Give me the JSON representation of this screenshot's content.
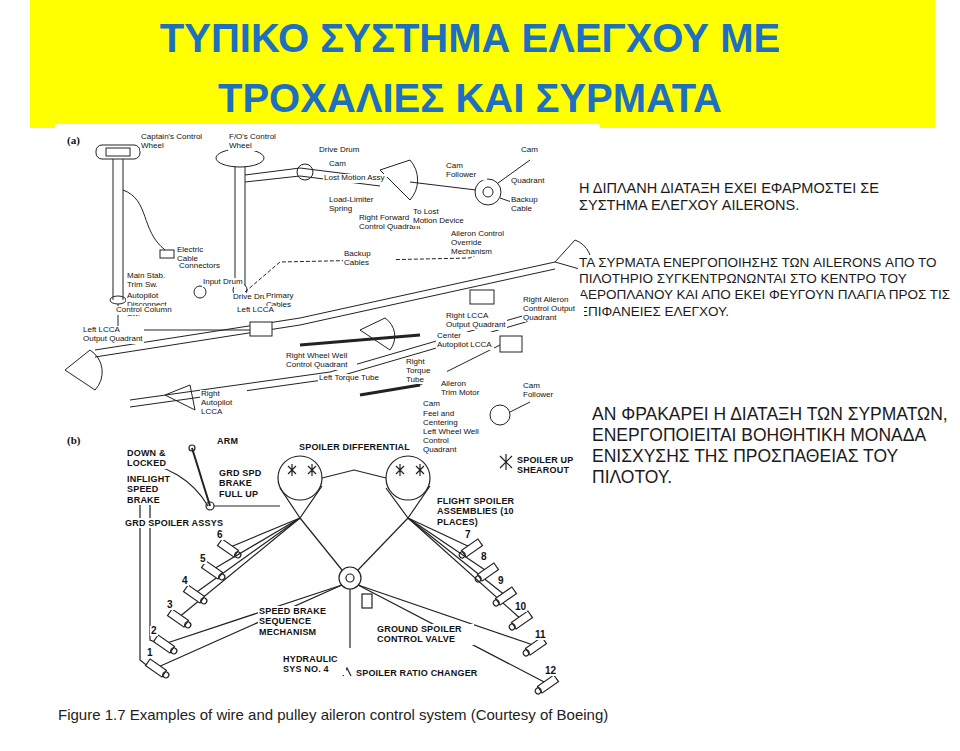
{
  "diagram": {
    "title": "ΤΥΠΙΚΟ ΣΥΣΤΗΜΑ ΕΛΕΓΧΟΥ ΜΕ ΤΡΟΧΑΛΙΕΣ ΚΑΙ ΣΥΡΜΑΤΑ",
    "caption": "Figure 1.7 Examples of wire and pulley aileron control system (Courtesy of Boeing)",
    "labels": [
      "Η ΔΙΠΛΑΝΗ ΔΙΑΤΑΞΗ ΕΧΕΙ ΕΦΑΡΜΟΣΤΕΙ ΣΕ ΣΥΣΤΗΜΑ ΕΛΕΓΧΟΥ AILERONS.",
      "ΤΑ ΣΥΡΜΑΤΑ ΕΝΕΡΓΟΠΟΙΗΣΗΣ ΤΩΝ AILERONS ΑΠΟ ΤΟ ΠΙΛΟΤΗΡΙΟ ΣΥΓΚΕΝΤΡΩΝΩΝΤΑΙ ΣΤΟ ΚΕΝΤΡΟ ΤΟΥ ΑΕΡΟΠΛΑΝΟΥ ΚΑΙ ΑΠΟ ΕΚΕΙ ΦΕΥΓΟΥΝ ΠΛΑΓΙΑ ΠΡΟΣ ΤΙΣ ΕΠΙΦΑΝΕΙΕΣ ΕΛΕΓΧΟΥ.",
      "ΑΝ ΦΡΑΚΑΡΕΙ Η ΔΙΑΤΑΞΗ ΤΩΝ ΣΥΡΜΑΤΩΝ, ΕΝΕΡΓΟΠΟΙΕΙΤΑΙ ΒΟΗΘΗΤΙΚΗ ΜΟΝΑΔΑ ΕΝΙΣΧΥΣΗΣ ΤΗΣ ΠΡΟΣΠΑΘΕΙΑΣ ΤΟΥ ΠΙΛΟΤΟΥ.",
      "(a)",
      "Captain's Control Wheel",
      "F/O's Control Wheel",
      "Drive Drum",
      "Cam",
      "Lost Motion Assy",
      "Load-Limiter Spring",
      "Right Forward Control Quadrant",
      "To Lost Motion Device",
      "Cam Follower",
      "Cam",
      "Quadrant",
      "Backup Cable",
      "Aileron Control Override Mechanism",
      "Electric Cable",
      "Connectors",
      "Main Stab. Trim Sw.",
      "Input Drum",
      "Autopilot Disconnect Sw.",
      "Control Column",
      "Drive Drum",
      "Primary Cables",
      "Backup Cables",
      "Left LCCA",
      "Left LCCA Output Quadrant",
      "Right Aileron Control Output Quadrant",
      "Right LCCA Output Quadrant",
      "Center Autopilot LCCA",
      "Right Wheel Well Control Quadrant",
      "Right Torque Tube",
      "Left Torque Tube",
      "Aileron Trim Motor",
      "Right Autopilot LCCA",
      "Cam",
      "Feel and Centering Spring",
      "Left Wheel Well Control Quadrant",
      "Cam Follower",
      "(b)",
      "ARM",
      "DOWN & LOCKED",
      "INFLIGHT SPEED BRAKE",
      "GRD SPD BRAKE FULL UP",
      "SPOILER DIFFERENTIAL",
      "GRD SPOILER ASSYS",
      "FLIGHT SPOILER ASSEMBLIES (10 PLACES)",
      "SPEED BRAKE SEQUENCE MECHANISM",
      "GROUND SPOILER CONTROL VALVE",
      "HYDRAULIC SYS NO. 4",
      "SPOILER RATIO CHANGER",
      "1",
      "2",
      "3",
      "4",
      "5",
      "6",
      "7",
      "8",
      "9",
      "10",
      "11",
      "12"
    ],
    "legend": [
      {
        "text": "SPOILER UP SHEAROUT"
      }
    ]
  }
}
